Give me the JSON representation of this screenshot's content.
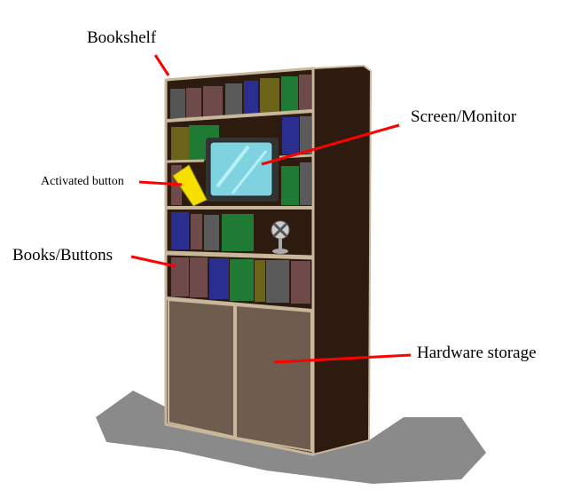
{
  "labels": {
    "bookshelf": "Bookshelf",
    "screen": "Screen/Monitor",
    "activated_button": "Activated button",
    "books_buttons": "Books/Buttons",
    "hardware_storage": "Hardware storage"
  },
  "colors": {
    "pointer": "#ff0000",
    "wood_dark": "#2e1b10",
    "trim": "#c9b79c",
    "cabinet": "#6e5d4e",
    "screen": "#7fd3e0",
    "activated": "#f5e000"
  }
}
